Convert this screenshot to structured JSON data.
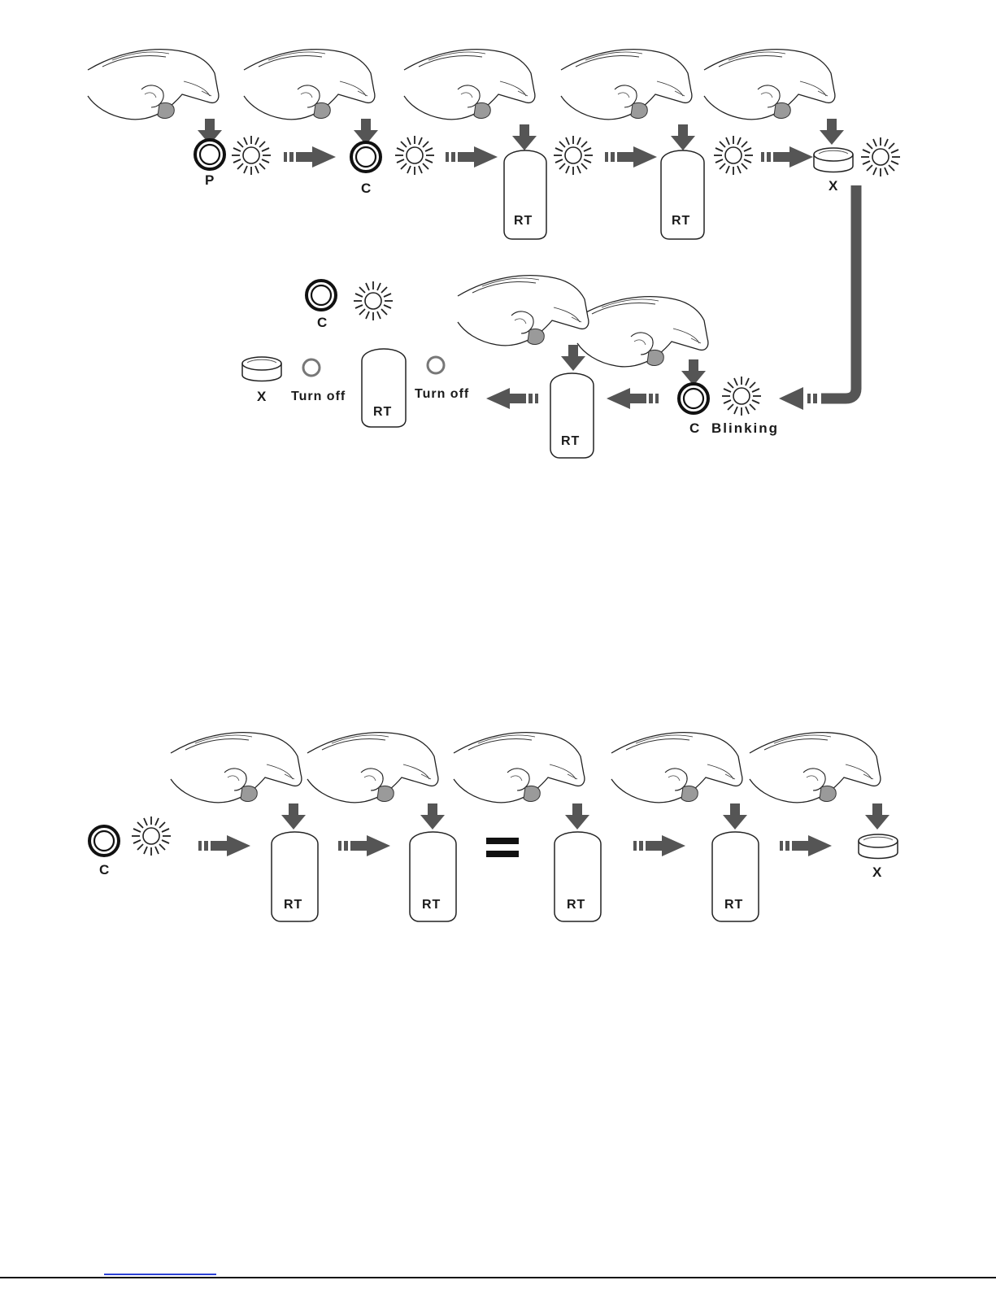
{
  "labels": {
    "p": "P",
    "c": "C",
    "x": "X",
    "rt": "RT",
    "blinking": "Blinking",
    "turn_off": "Turn off"
  },
  "colors": {
    "arrow": "#555555",
    "ink": "#1a1a1a",
    "led": "#777777"
  },
  "icons": {
    "hand": "pressing-hand-icon",
    "light": "flashing-light-icon",
    "button_ring": "ring-button-icon",
    "button_dome": "dome-button-icon",
    "remote": "remote-transmitter-icon",
    "led_off": "led-off-icon",
    "flow_arrow": "dashed-flow-arrow-icon",
    "equals": "equals-sign-icon"
  }
}
